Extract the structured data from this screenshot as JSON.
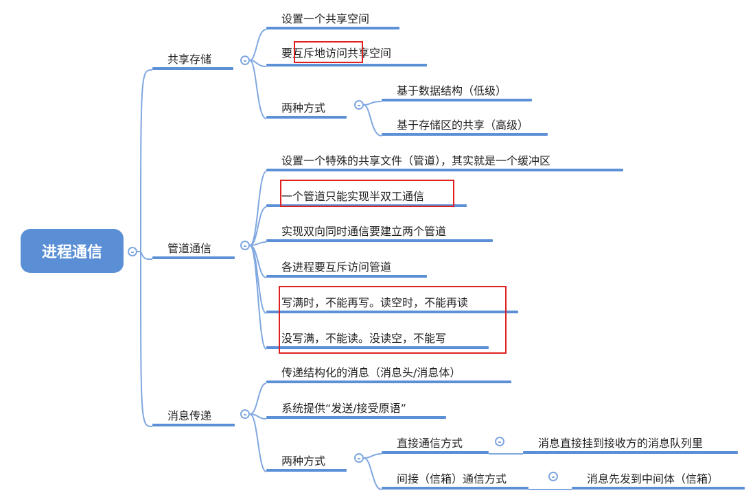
{
  "root": "进程通信",
  "shared_storage": {
    "label": "共享存储",
    "items": [
      "设置一个共享空间",
      "要互斥地访问共享空间"
    ],
    "two_ways": {
      "label": "两种方式",
      "items": [
        "基于数据结构（低级）",
        "基于存储区的共享（高级）"
      ]
    }
  },
  "pipe": {
    "label": "管道通信",
    "items": [
      "设置一个特殊的共享文件（管道），其实就是一个缓冲区",
      "一个管道只能实现半双工通信",
      "实现双向同时通信要建立两个管道",
      "各进程要互斥访问管道",
      "写满时，不能再写。读空时，不能再读",
      "没写满，不能读。没读空，不能写"
    ]
  },
  "message": {
    "label": "消息传递",
    "items": [
      "传递结构化的消息（消息头/消息体）",
      "系统提供“发送/接受原语”"
    ],
    "two_ways": {
      "label": "两种方式",
      "direct": {
        "label": "直接通信方式",
        "detail": "消息直接挂到接收方的消息队列里"
      },
      "indirect": {
        "label": "间接（信箱）通信方式",
        "detail": "消息先发到中间体（信箱）"
      }
    }
  },
  "colors": {
    "accent": "#5a8fd6",
    "line": "#7fa7e0",
    "highlight": "#e02020"
  }
}
